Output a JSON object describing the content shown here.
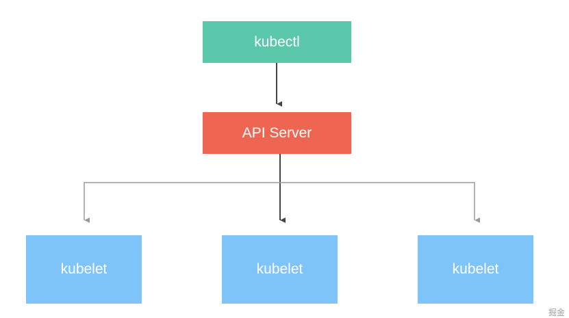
{
  "diagram": {
    "nodes": {
      "kubectl": {
        "label": "kubectl",
        "color": "#5bc8ac"
      },
      "api_server": {
        "label": "API Server",
        "color": "#ee6552"
      },
      "kubelet_1": {
        "label": "kubelet",
        "color": "#7ec4f8"
      },
      "kubelet_2": {
        "label": "kubelet",
        "color": "#7ec4f8"
      },
      "kubelet_3": {
        "label": "kubelet",
        "color": "#7ec4f8"
      }
    },
    "edges": [
      {
        "from": "kubectl",
        "to": "api_server",
        "style": "solid-dark"
      },
      {
        "from": "api_server",
        "to": "kubelet_1",
        "style": "light-gray"
      },
      {
        "from": "api_server",
        "to": "kubelet_2",
        "style": "solid-dark"
      },
      {
        "from": "api_server",
        "to": "kubelet_3",
        "style": "light-gray"
      }
    ],
    "colors": {
      "arrow_dark": "#444444",
      "arrow_light": "#9a9a9a"
    }
  },
  "watermark": {
    "text": "掘金"
  }
}
